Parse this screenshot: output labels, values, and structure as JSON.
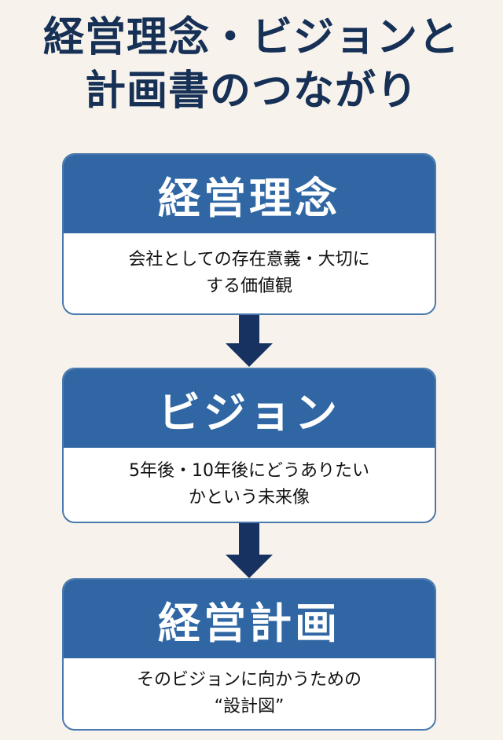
{
  "title": {
    "line1": "経営理念・ビジョンと",
    "line2": "計画書のつながり"
  },
  "cards": [
    {
      "heading": "経営理念",
      "description_line1": "会社としての存在意義・大切に",
      "description_line2": "する価値観"
    },
    {
      "heading": "ビジョン",
      "description_line1": "5年後・10年後にどうありたい",
      "description_line2": "かという未来像"
    },
    {
      "heading": "経営計画",
      "description_line1": "そのビジョンに向かうための",
      "description_line2": "“設計図”"
    }
  ],
  "colors": {
    "background": "#f7f3ec",
    "title_text": "#163056",
    "header_fill": "#2f66a3",
    "card_border": "#4a79ad",
    "arrow": "#173260"
  }
}
